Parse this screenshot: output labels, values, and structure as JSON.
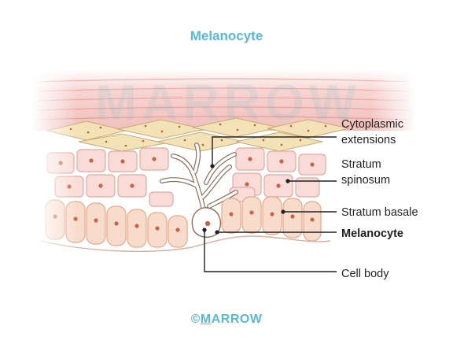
{
  "title": "Melanocyte",
  "watermark": "MARROW",
  "labels": {
    "cytoplasmic": [
      "Cytoplasmic",
      "extensions"
    ],
    "spinosum": [
      "Stratum",
      "spinosum"
    ],
    "basale": "Stratum basale",
    "melanocyte": "Melanocyte",
    "cell_body": "Cell body"
  },
  "footer": {
    "copyright": "©",
    "brand_first": "M",
    "brand_rest": "ARROW"
  },
  "colors": {
    "title": "#5bb8d4",
    "line": "#231f20",
    "corneum": "#f4c9c6",
    "granulosum": "#f3e2b5",
    "spinosum_cell": "#f9dcd7",
    "basal_cell": "#f8dccb",
    "nucleus": "#c8644a"
  }
}
